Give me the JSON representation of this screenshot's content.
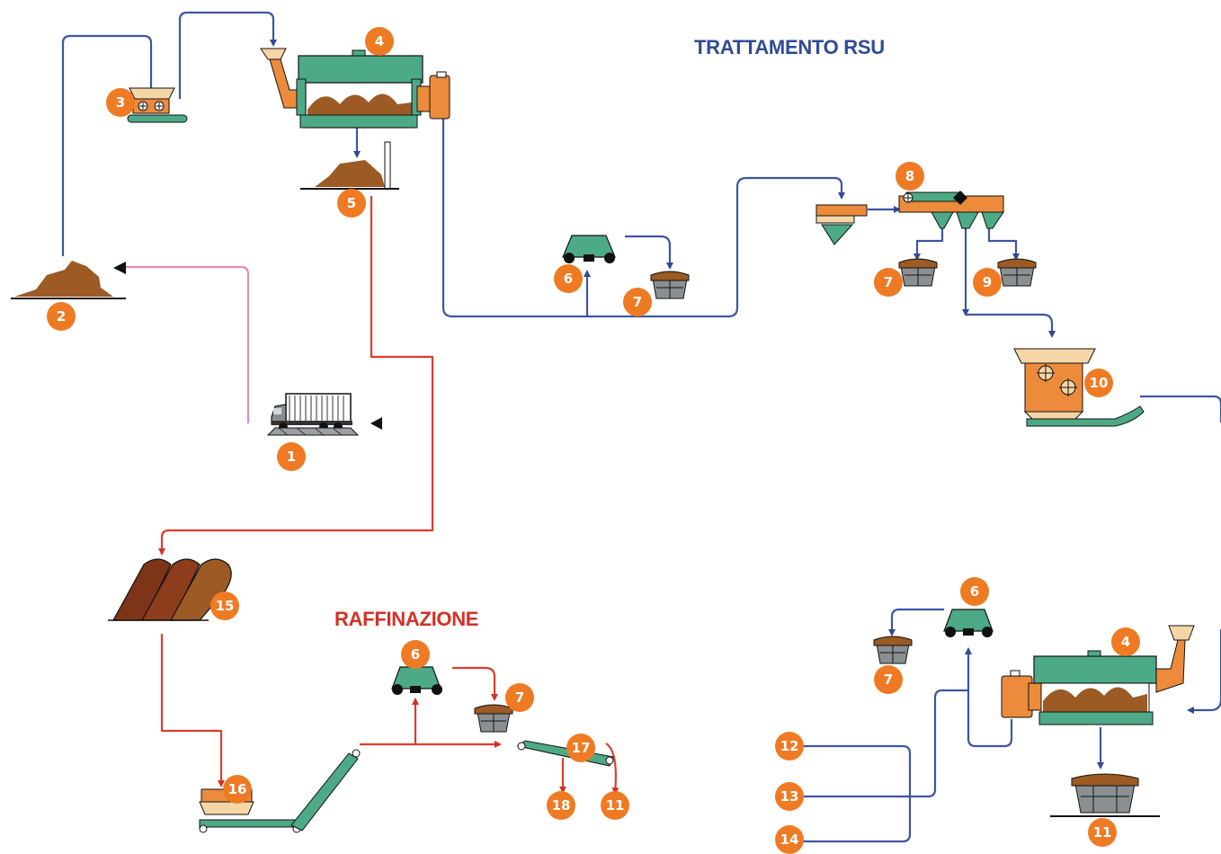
{
  "titles": {
    "treatment": "TRATTAMENTO RSU",
    "refining": "RAFFINAZIONE"
  },
  "colors": {
    "treatment_line": "#3d55a3",
    "refining_line": "#e03b2c",
    "delivery_line": "#e28bb4",
    "equipment_green": "#4daa86",
    "equipment_orange": "#ec8b3c",
    "material_brown": "#9c5a24",
    "container_grey": "#8a8f92",
    "badge_orange": "#ee7b24"
  },
  "markers": {
    "b1": "1",
    "b2": "2",
    "b3": "3",
    "b4a": "4",
    "b4b": "4",
    "b5": "5",
    "b6a": "6",
    "b6b": "6",
    "b6c": "6",
    "b7a": "7",
    "b7b": "7",
    "b7c": "7",
    "b7d": "7",
    "b8": "8",
    "b9": "9",
    "b10": "10",
    "b11a": "11",
    "b11b": "11",
    "b12": "12",
    "b13": "13",
    "b14": "14",
    "b15": "15",
    "b16": "16",
    "b17": "17",
    "b18": "18"
  }
}
